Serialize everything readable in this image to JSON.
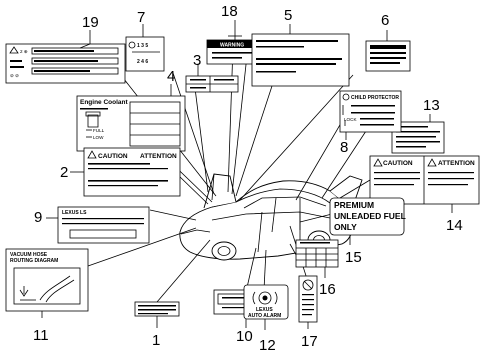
{
  "callouts": [
    "19",
    "7",
    "18",
    "5",
    "6",
    "3",
    "4",
    "13",
    "8",
    "2",
    "14",
    "9",
    "15",
    "16",
    "11",
    "1",
    "10",
    "12",
    "17"
  ],
  "labels": {
    "label7_top": "1 3 5",
    "label7_bottom": "2 4 6",
    "label18_title": "WARNING",
    "label4_title": "Engine Coolant",
    "label4_full": "FULL",
    "label4_low": "LOW",
    "label8_title": "CHILD PROTECTOR",
    "label8_lock": "LOCK",
    "label2_caution": "CAUTION",
    "label2_attention": "ATTENTION",
    "label14_caution": "CAUTION",
    "label14_attention": "ATTENTION",
    "label9_title": "LEXUS LS",
    "label15_line1": "PREMIUM",
    "label15_line2": "UNLEADED FUEL",
    "label15_line3": "ONLY",
    "label11_title_1": "VACUUM HOSE",
    "label11_title_2": "ROUTING DIAGRAM",
    "label12_line1": "LEXUS",
    "label12_line2": "AUTO ALARM"
  }
}
